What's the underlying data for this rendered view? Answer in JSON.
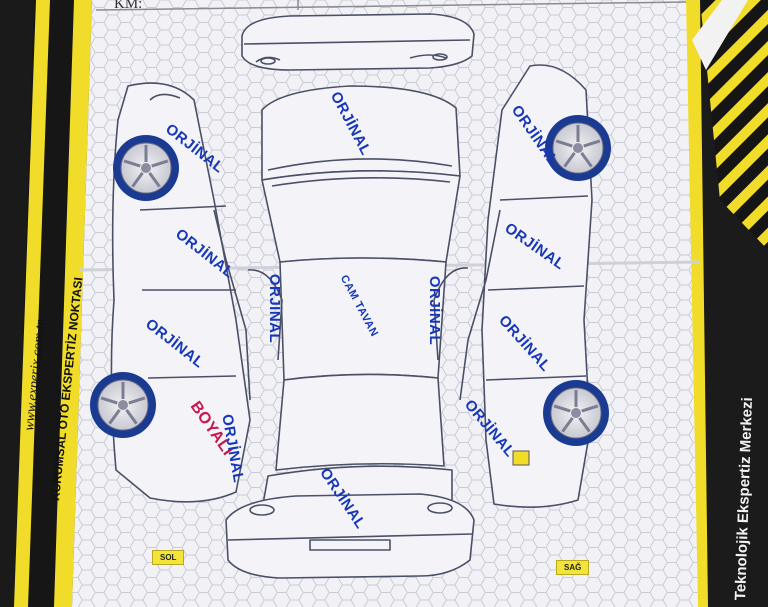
{
  "form": {
    "km_label": "KM:",
    "left_vertical_url": "www.experix.com.tr",
    "left_vertical_title": "KURUMSAL OTO EKSPERTİZ NOKTASI",
    "right_vertical_text": "Teknolojik Ekspertiz Merkezi",
    "sol_label": "SOL",
    "sag_label": "SAĞ"
  },
  "stamps": {
    "hood": "ORJİNAL",
    "front_left_fender": "ORJİNAL",
    "front_right_fender": "ORJİNAL",
    "front_left_door": "ORJİNAL",
    "front_right_door": "ORJİNAL",
    "left_pillar": "ORJİNAL",
    "right_pillar": "ORJİNAL",
    "roof": "CAM TAVAN",
    "rear_left_door": "ORJİNAL",
    "rear_right_door": "ORJİNAL",
    "rear_left_painted": "BOYALI",
    "rear_left_quarter": "ORJİNAL",
    "rear_right_quarter": "ORJİNAL",
    "trunk": "ORJİNAL"
  },
  "colors": {
    "stamp_blue": "#1637b8",
    "stamp_red": "#c8174a",
    "frame_yellow": "#f2dc2a",
    "paper": "#f2f2f6"
  }
}
